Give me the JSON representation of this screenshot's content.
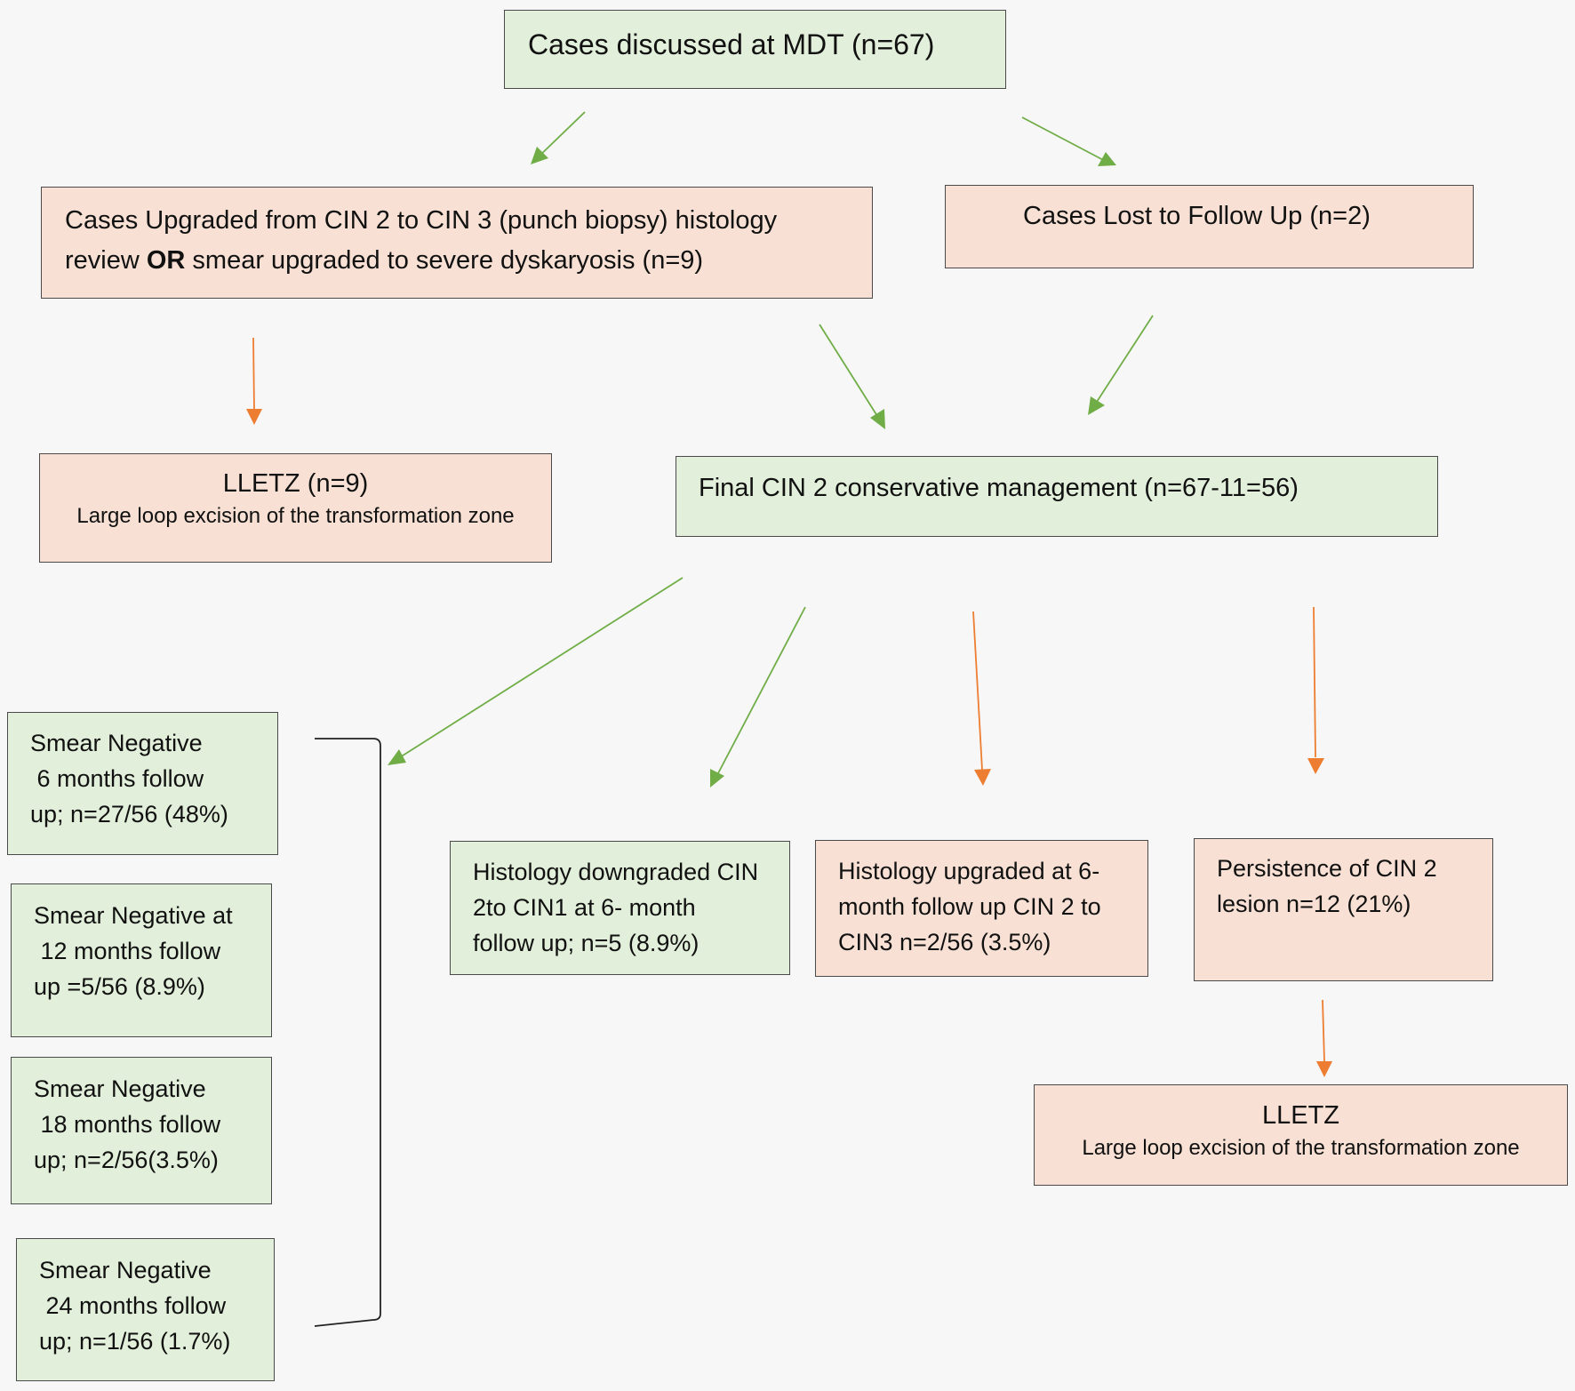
{
  "colors": {
    "green_fill": "#e2efda",
    "peach_fill": "#f8e1d4",
    "green_arrow": "#70ad47",
    "orange_arrow": "#ed7d31",
    "border": "#4a4a4a"
  },
  "nodes": {
    "mdt": {
      "text": "Cases discussed at MDT (n=67)"
    },
    "upgraded": {
      "line1": "Cases Upgraded from CIN 2 to CIN 3 (punch biopsy) histology",
      "line2_pre": "review ",
      "line2_bold": "OR",
      "line2_post": " smear upgraded to severe dyskaryosis (n=9)"
    },
    "lost": {
      "text": "Cases Lost to Follow Up (n=2)"
    },
    "lletz1": {
      "title": "LLETZ (n=9)",
      "subtitle": "Large loop excision of the transformation zone"
    },
    "final": {
      "text": "Final CIN 2 conservative management (n=67-11=56)"
    },
    "smear6": {
      "lines": [
        "Smear Negative",
        " 6 months follow",
        "up; n=27/56 (48%)"
      ]
    },
    "smear12": {
      "lines": [
        "Smear Negative at",
        " 12 months follow",
        "up =5/56 (8.9%)"
      ]
    },
    "smear18": {
      "lines": [
        "Smear Negative",
        " 18 months follow",
        "up; n=2/56(3.5%)"
      ]
    },
    "smear24": {
      "lines": [
        "Smear Negative",
        " 24 months follow",
        "up; n=1/56 (1.7%)"
      ]
    },
    "downgraded": {
      "lines": [
        "Histology downgraded CIN",
        "2to CIN1 at 6- month",
        "follow up; n=5 (8.9%)"
      ]
    },
    "upgraded6": {
      "lines": [
        "Histology upgraded at 6-",
        "month follow up CIN 2 to",
        "CIN3 n=2/56 (3.5%)"
      ]
    },
    "persistence": {
      "lines": [
        "Persistence of CIN 2",
        "lesion n=12 (21%)"
      ]
    },
    "lletz2": {
      "title": "LLETZ",
      "subtitle": "Large loop excision of the transformation zone"
    }
  }
}
